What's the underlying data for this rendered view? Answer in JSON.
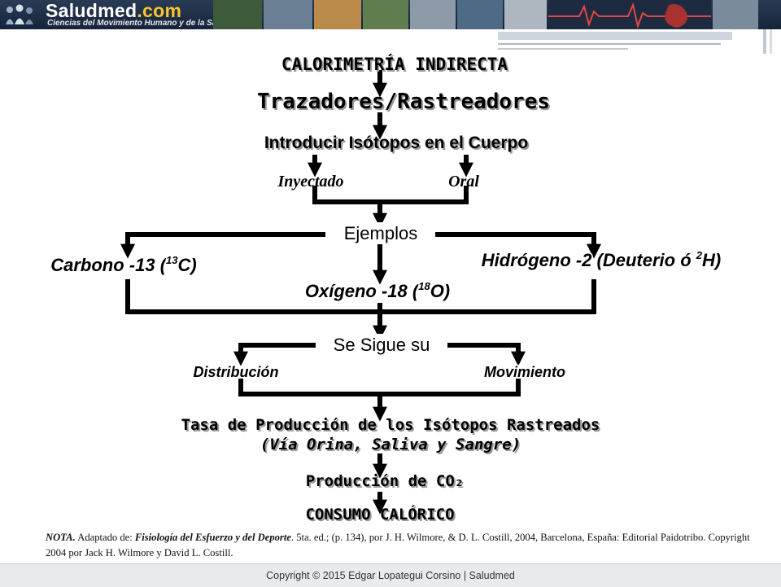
{
  "header": {
    "brand_main": "Saludmed",
    "brand_suffix": ".com",
    "tagline": "Ciencias del Movimiento Humano y de la Salud"
  },
  "diagram": {
    "title": "CALORIMETRÍA INDIRECTA",
    "tracers": "Trazadores/Rastreadores",
    "introduce": "Introducir Isótopos en el Cuerpo",
    "route_left": "Inyectado",
    "route_right": "Oral",
    "examples": "Ejemplos",
    "isotope_carbon": "Carbono -13 (",
    "isotope_carbon_sup": "13",
    "isotope_carbon_end": "C)",
    "isotope_oxygen": "Oxígeno -18 (",
    "isotope_oxygen_sup": "18",
    "isotope_oxygen_end": "O)",
    "isotope_hydrogen": "Hidrógeno -2 (Deuterio ó ",
    "isotope_hydrogen_sup": "2",
    "isotope_hydrogen_end": "H)",
    "follow": "Se Sigue su",
    "follow_left": "Distribución",
    "follow_right": "Movimiento",
    "rate": "Tasa de Producción de los Isótopos Rastreados",
    "rate_sub": "(Vía Orina, Saliva y Sangre)",
    "co2": "Producción de CO₂",
    "result": "CONSUMO CALÓRICO"
  },
  "note": {
    "label": "NOTA.",
    "prefix": "Adaptado de:",
    "book": "Fisiología del Esfuerzo y del Deporte",
    "details": ". 5ta. ed.; (p. 134), por J. H. Wilmore, & D. L. Costill, 2004, Barcelona, España: Editorial Paidotribo. Copyright 2004 por Jack H. Wilmore y David L. Costill."
  },
  "footer": {
    "copyright": "Copyright © 2015 Edgar Lopategui Corsino | Saludmed"
  },
  "colors": {
    "header_bg": "#1e2d45",
    "brand_accent": "#f7c62f",
    "arrow": "#000000",
    "heading_text": "#000000",
    "text_shadow": "#9a9a9a"
  },
  "icons": {
    "logo": "people-dots-icon",
    "photos": "sports-photo-strip"
  }
}
